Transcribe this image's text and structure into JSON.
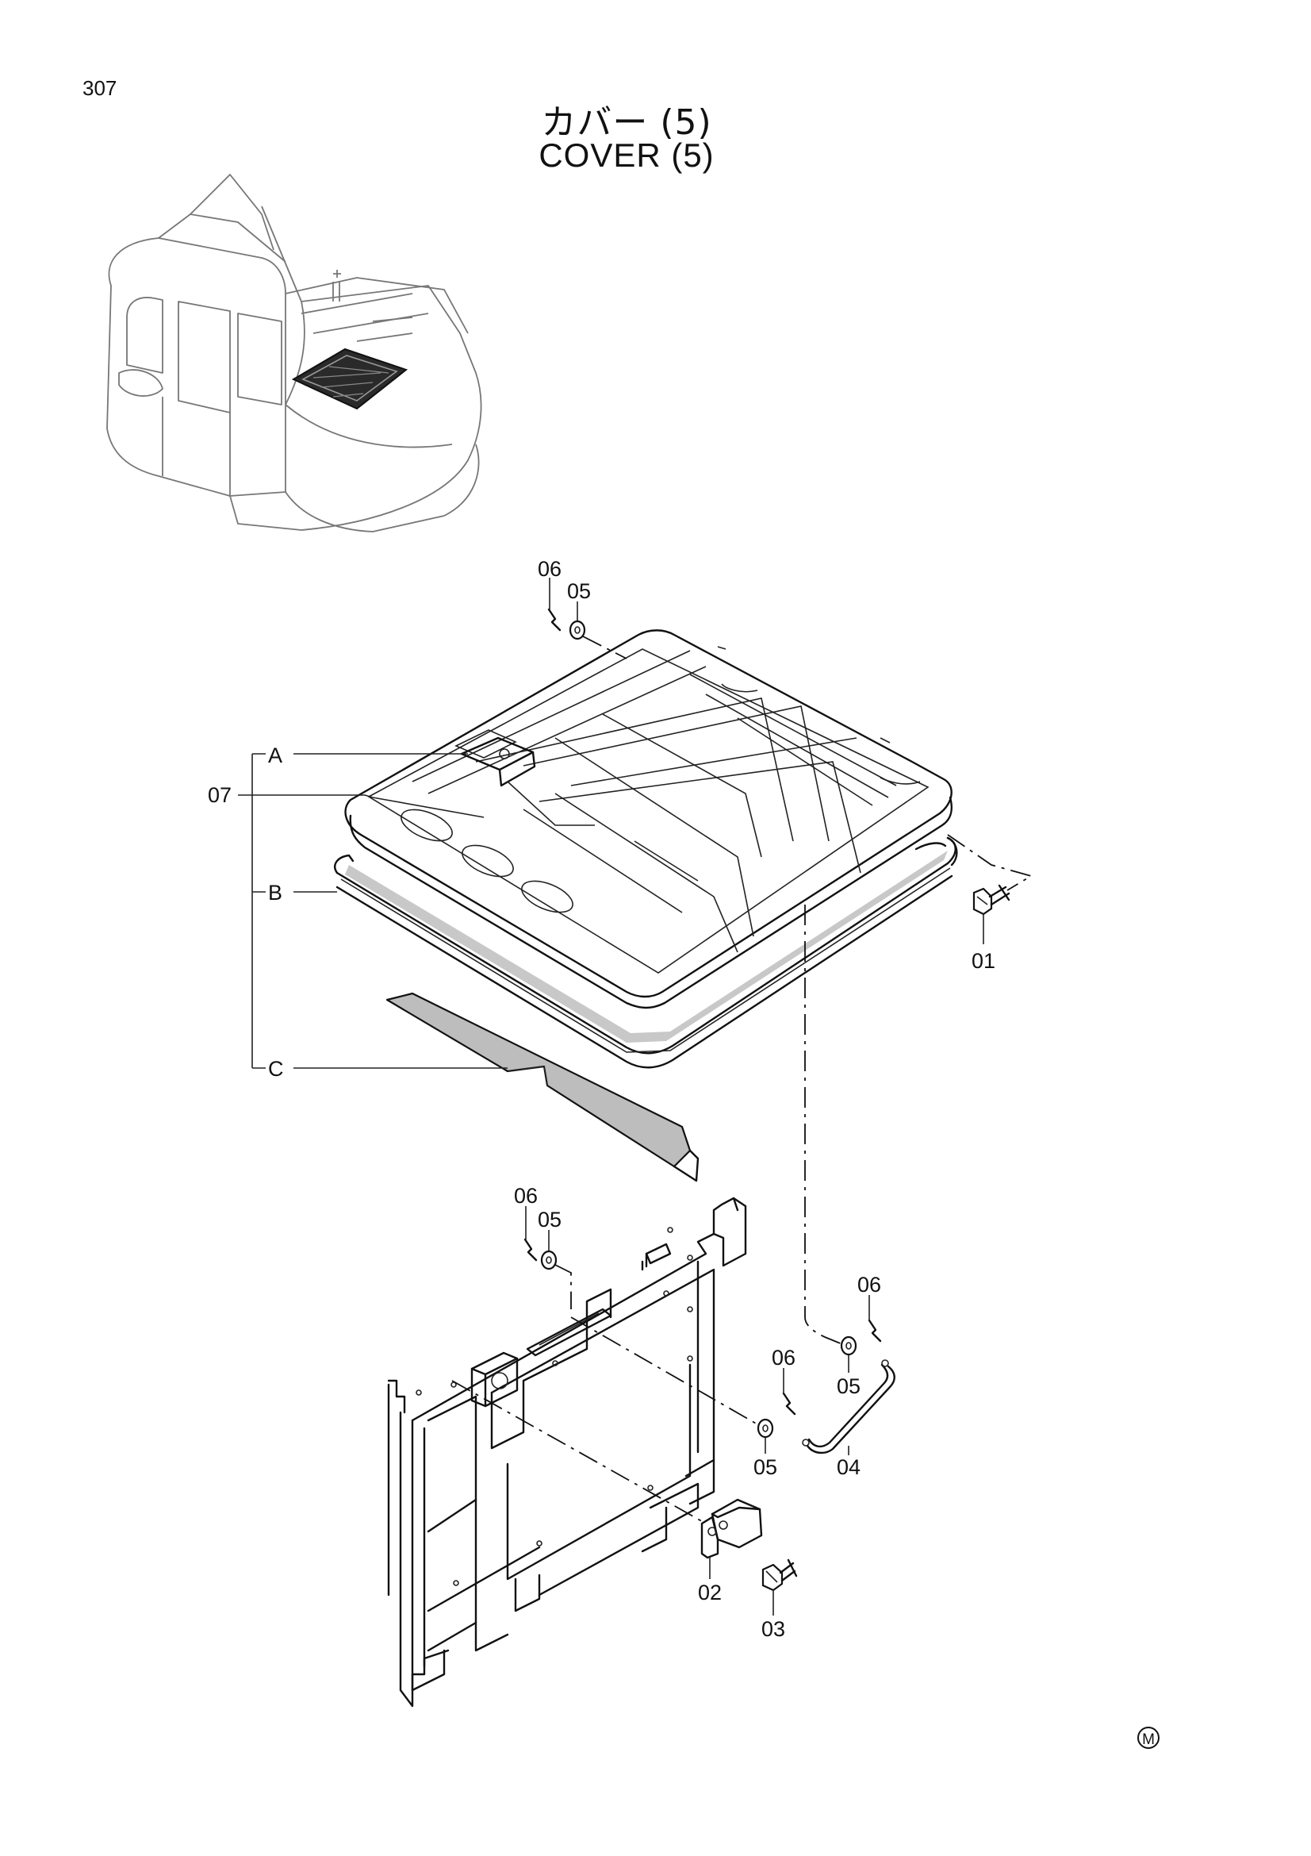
{
  "page": {
    "number": "307",
    "title_ja": "カバー (5)",
    "title_en": "COVER (5)",
    "mark": "M"
  },
  "callouts": {
    "cover_top": "06",
    "washer_top": "05",
    "group_a": "A",
    "part_07": "07",
    "group_b": "B",
    "group_c": "C",
    "bolt_01": "01",
    "cotter_mid": "06",
    "washer_mid": "05",
    "cotter_right_top": "06",
    "washer_right_top": "05",
    "cotter_right_low": "06",
    "washer_right_low": "05",
    "rod_04": "04",
    "bracket_02": "02",
    "bolt_03": "03"
  }
}
